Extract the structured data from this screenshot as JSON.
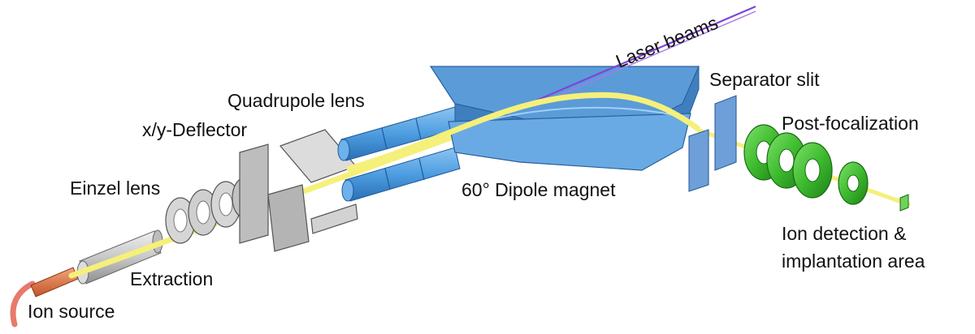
{
  "labels": {
    "laser_beams": "Laser beams",
    "separator_slit": "Separator slit",
    "quadrupole_lens": "Quadrupole lens",
    "deflector": "x/y-Deflector",
    "post_focalization": "Post-focalization",
    "einzel_lens": "Einzel lens",
    "dipole_magnet": "60° Dipole magnet",
    "ion_detection_line1": "Ion detection &",
    "ion_detection_line2": "implantation area",
    "extraction": "Extraction",
    "ion_source": "Ion source"
  },
  "colors": {
    "beam": "#f5f07a",
    "magnet_blue": "#5b9bd8",
    "magnet_dark": "#3f7fc0",
    "quad_blue": "#4d9de0",
    "slit_blue": "#6f9fd8",
    "post_green": "#3dbb2e",
    "steel_gray": "#c9c9c9",
    "laser": "#7d46d6",
    "ion_source_orange": "#e07a4a"
  }
}
